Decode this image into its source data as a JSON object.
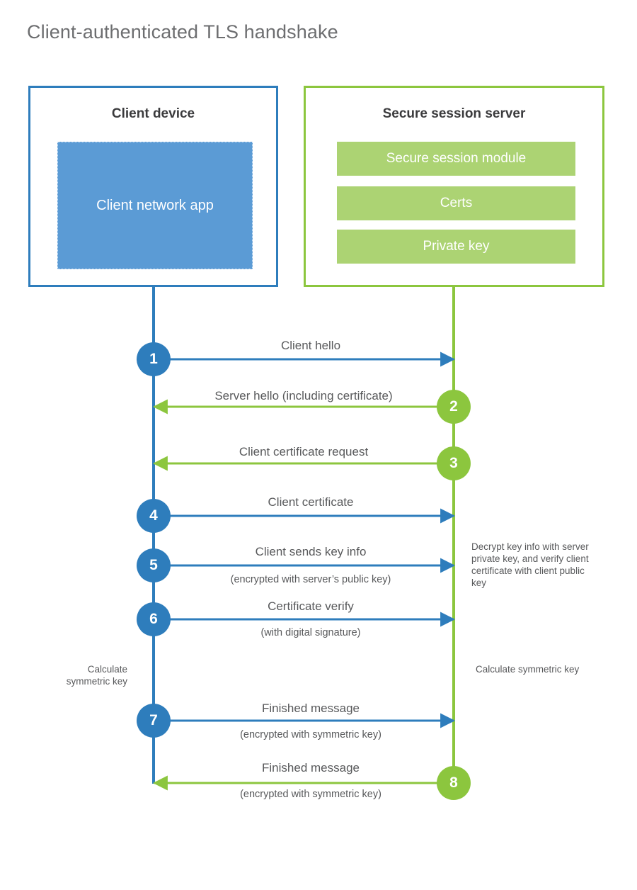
{
  "title": "Client-authenticated TLS handshake",
  "colors": {
    "client_blue": "#2e7dbc",
    "client_app_blue": "#5b9bd5",
    "server_green": "#8cc63e",
    "server_bar_green": "#acd373",
    "text_gray": "#58595b",
    "title_gray": "#6d6e70"
  },
  "actors": {
    "client": {
      "title": "Client device",
      "app_label": "Client network app"
    },
    "server": {
      "title": "Secure session server",
      "modules": [
        "Secure session module",
        "Certs",
        "Private key"
      ]
    }
  },
  "steps": [
    {
      "number": "1",
      "side": "client",
      "direction": "right",
      "label": "Client hello",
      "sub": ""
    },
    {
      "number": "2",
      "side": "server",
      "direction": "left",
      "label": "Server hello (including certificate)",
      "sub": ""
    },
    {
      "number": "3",
      "side": "server",
      "direction": "left",
      "label": "Client certificate request",
      "sub": ""
    },
    {
      "number": "4",
      "side": "client",
      "direction": "right",
      "label": "Client certificate",
      "sub": ""
    },
    {
      "number": "5",
      "side": "client",
      "direction": "right",
      "label": "Client sends key info",
      "sub": "(encrypted with server’s public key)"
    },
    {
      "number": "6",
      "side": "client",
      "direction": "right",
      "label": "Certificate verify",
      "sub": "(with digital signature)"
    },
    {
      "number": "7",
      "side": "client",
      "direction": "right",
      "label": "Finished message",
      "sub": "(encrypted with symmetric key)"
    },
    {
      "number": "8",
      "side": "server",
      "direction": "left",
      "label": "Finished message",
      "sub": "(encrypted with symmetric key)"
    }
  ],
  "annotations": {
    "server_decrypt": "Decrypt key info with server private key, and verify client certificate with client public key",
    "client_calculate": "Calculate symmetric key",
    "server_calculate": "Calculate symmetric key"
  }
}
